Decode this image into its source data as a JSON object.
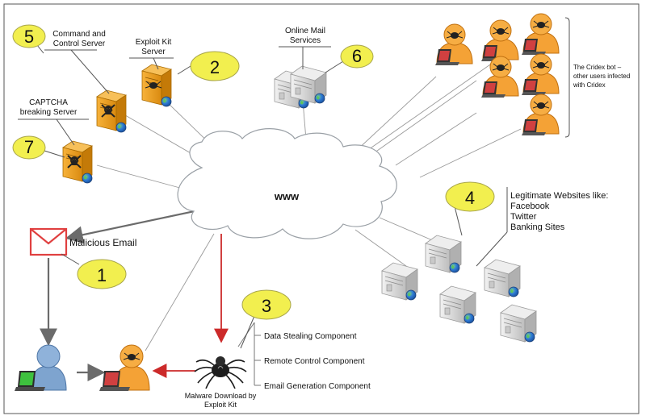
{
  "colors": {
    "badge_fill": "#f2ef4f",
    "badge_stroke": "#a8a54a",
    "server_orange": "#f0a020",
    "server_gray": "#d8d8d8",
    "red_arrow": "#cc2a2a",
    "gray_arrow": "#6b6b6b",
    "cloud_stroke": "#9aa0a6"
  },
  "icons": {
    "servers": "server-icon",
    "malicious_servers": "skull-server-icon",
    "infected_users": "infected-user-icon",
    "spider": "spider-icon",
    "email": "envelope-icon",
    "user": "user-icon"
  },
  "cloud": {
    "label": "www"
  },
  "badges": [
    "1",
    "2",
    "3",
    "4",
    "5",
    "6",
    "7"
  ],
  "labels": {
    "c2_line1": "Command and",
    "c2_line2": "Control Server",
    "exploit_line1": "Exploit Kit",
    "exploit_line2": "Server",
    "captcha_line1": "CAPTCHA",
    "captcha_line2": "breaking Server",
    "mail_line1": "Online Mail",
    "mail_line2": "Services",
    "cridex_line1": "The Cridex bot –",
    "cridex_line2": "other users infected",
    "cridex_line3": "with Cridex",
    "legit_line1": "Legitimate Websites like:",
    "legit_line2": "Facebook",
    "legit_line3": "Twitter",
    "legit_line4": "Banking Sites",
    "malicious_email": "Malicious Email",
    "components": [
      "Data Stealing Component",
      "Remote Control Component",
      "Email Generation Component"
    ],
    "download_line1": "Malware Download by",
    "download_line2": "Exploit Kit"
  }
}
